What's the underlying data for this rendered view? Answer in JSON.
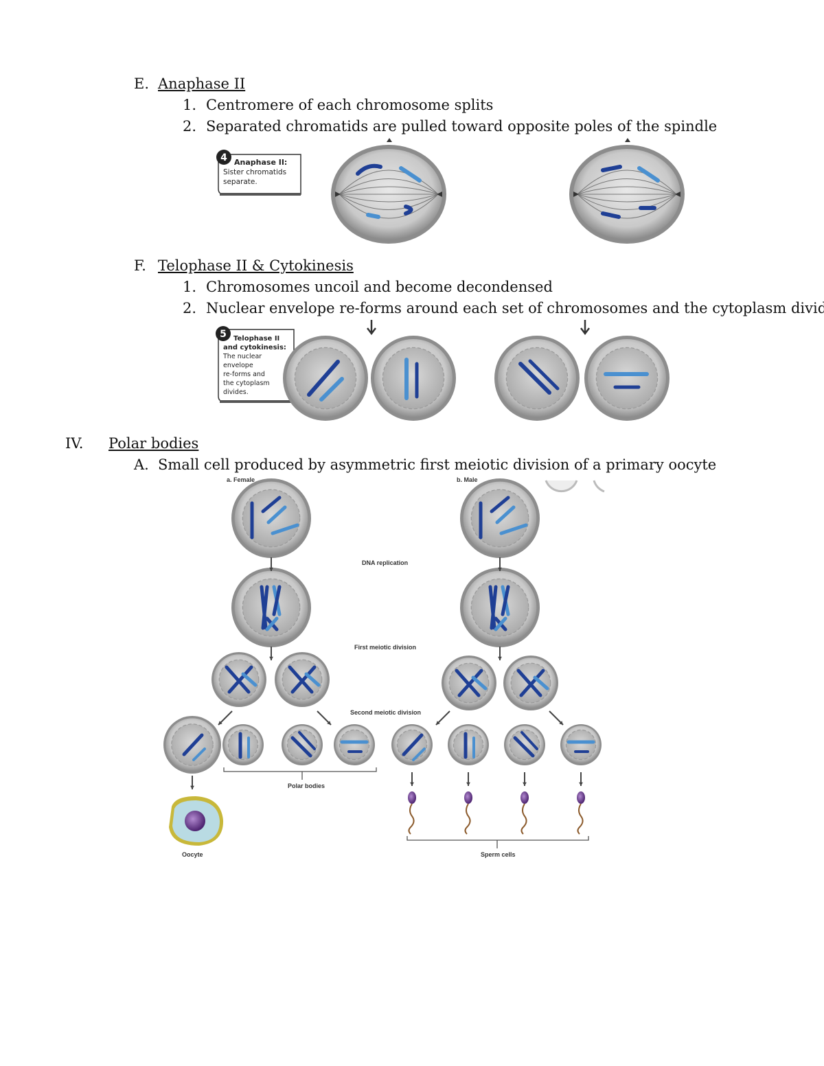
{
  "sectionE": {
    "letter": "E.",
    "title": "Anaphase II",
    "items": [
      {
        "num": "1.",
        "text": "Centromere of each chromosome splits"
      },
      {
        "num": "2.",
        "text": "Separated chromatids are pulled toward opposite poles of the spindle"
      }
    ],
    "figure": {
      "step": "4",
      "heading": "Anaphase II:",
      "body": [
        "Sister chromatids",
        "separate."
      ]
    }
  },
  "sectionF": {
    "letter": "F.",
    "title": "Telophase II & Cytokinesis",
    "items": [
      {
        "num": "1.",
        "text": "Chromosomes uncoil and become decondensed"
      },
      {
        "num": "2.",
        "text": "Nuclear envelope re-forms around each set of chromosomes and the cytoplasm divides"
      }
    ],
    "figure": {
      "step": "5",
      "heading": [
        "Telophase II",
        "and cytokinesis:"
      ],
      "body": [
        "The nuclear",
        "envelope",
        "re-forms and",
        "the cytoplasm",
        "divides."
      ]
    }
  },
  "sectionIV": {
    "numeral": "IV.",
    "title": "Polar bodies",
    "itemA": {
      "letter": "A.",
      "text": "Small cell produced by asymmetric first meiotic division of a primary oocyte"
    }
  },
  "meiosisFigure": {
    "female": "a. Female",
    "male": "b. Male",
    "dna": "DNA replication",
    "first": "First meiotic division",
    "second": "Second meiotic division",
    "polar": "Polar bodies",
    "oocyte": "Oocyte",
    "sperm": "Sperm cells"
  },
  "colors": {
    "dark": "#1f3f95",
    "light": "#4a90d0",
    "cellOuter": "#bcbcbc",
    "cellInner": "#8a8a8a",
    "oocyteRim": "#e6d84a",
    "nucleus": "#6d3f8e"
  }
}
